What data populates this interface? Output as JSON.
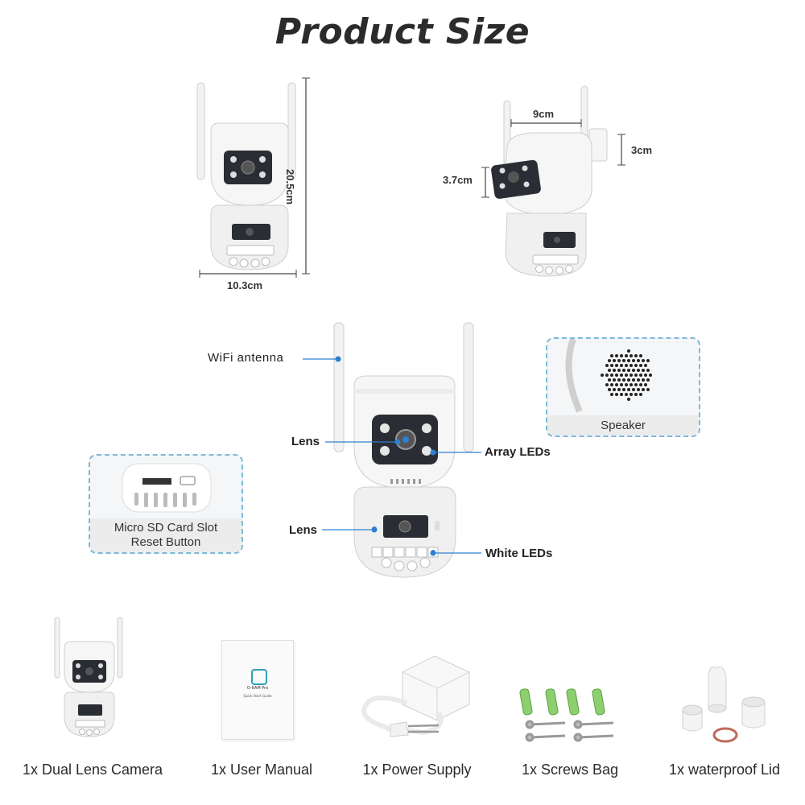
{
  "title": "Product Size",
  "dimensions": {
    "height": "20.5cm",
    "width": "10.3cm",
    "top_width": "9cm",
    "top_height": "3cm",
    "lens_height": "3.7cm"
  },
  "callouts": {
    "wifi_antenna": "WiFi antenna",
    "lens_top": "Lens",
    "array_leds": "Array LEDs",
    "lens_bottom": "Lens",
    "white_leds": "White LEDs"
  },
  "detail_boxes": {
    "speaker": "Speaker",
    "sd_line1": "Micro SD Card Slot",
    "sd_line2": "Reset Button"
  },
  "manual": {
    "brand": "O-KAM Pro",
    "subtitle": "Quick Start Guide"
  },
  "package_items": [
    "1x Dual Lens Camera",
    "1x User Manual",
    "1x Power Supply",
    "1x Screws Bag",
    "1x waterproof Lid"
  ],
  "colors": {
    "accent": "#2f7fd1",
    "dashed_border": "#7fb8d8",
    "camera_body": "#f5f5f5",
    "lens_panel": "#2a2d33"
  }
}
